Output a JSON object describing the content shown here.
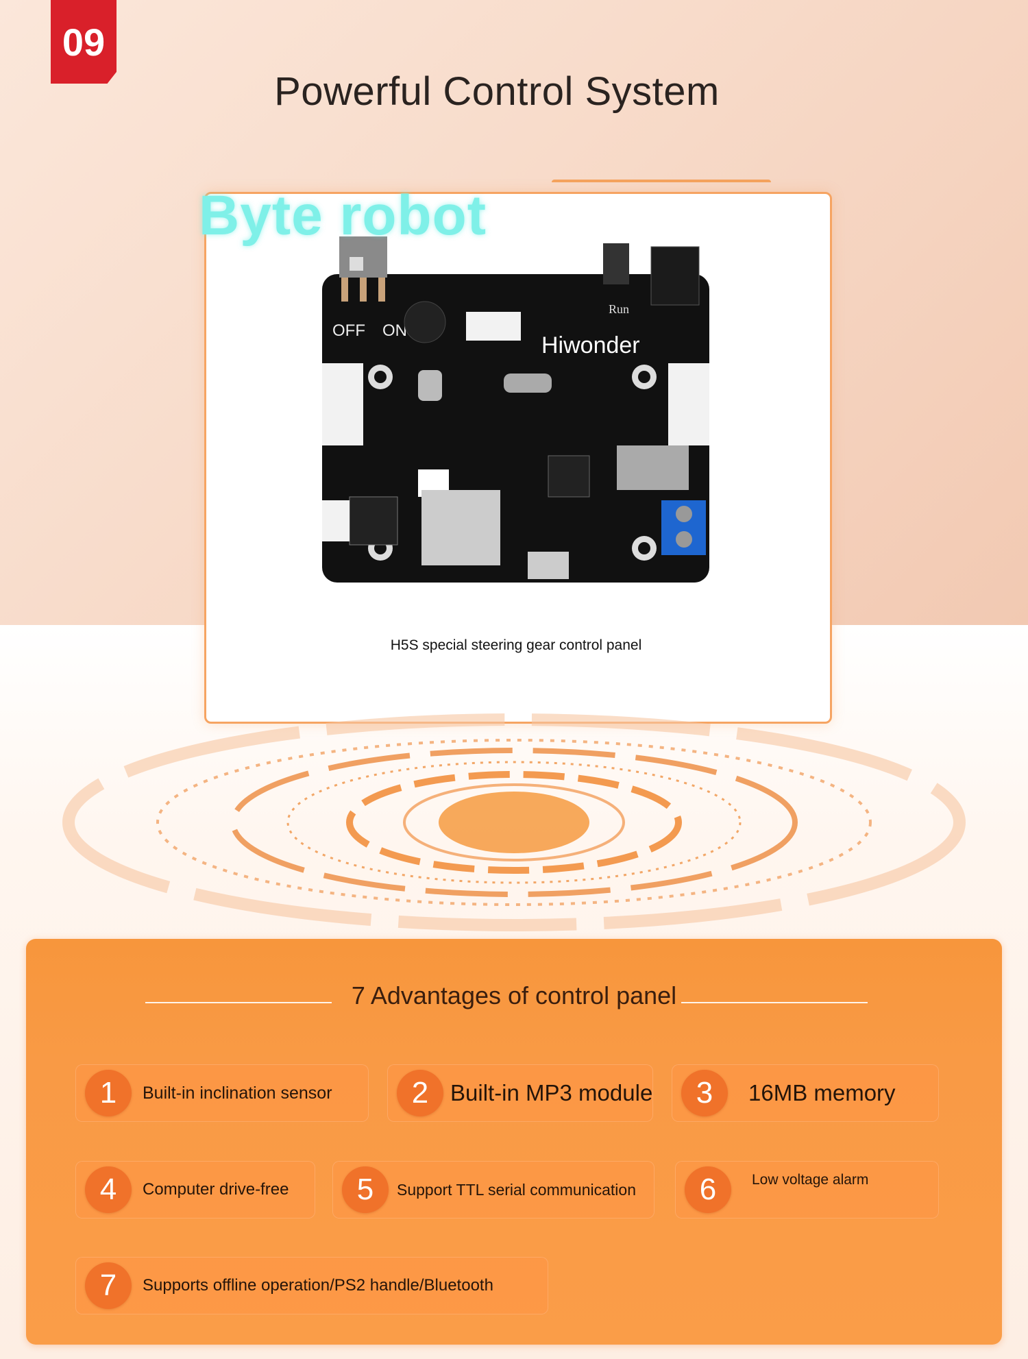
{
  "section": {
    "badge": "09",
    "title": "Powerful Control System"
  },
  "product": {
    "watermark": "Byte robot",
    "caption": "H5S special steering gear control panel",
    "board_labels": {
      "off": "OFF",
      "on": "ON",
      "brand": "Hiwonder",
      "run": "Run"
    }
  },
  "advantages": {
    "title": "7 Advantages of control panel",
    "items": [
      {
        "num": "1",
        "label": "Built-in inclination sensor"
      },
      {
        "num": "2",
        "label": "Built-in MP3 module"
      },
      {
        "num": "3",
        "label": "16MB memory"
      },
      {
        "num": "4",
        "label": "Computer drive-free"
      },
      {
        "num": "5",
        "label": "Support TTL serial communication"
      },
      {
        "num": "6",
        "label": "Low voltage alarm"
      },
      {
        "num": "7",
        "label": "Supports offline operation/PS2 handle/Bluetooth"
      }
    ]
  },
  "colors": {
    "accent": "#f7963c",
    "badge": "#d9202a",
    "number_circle": "#f0722a"
  }
}
